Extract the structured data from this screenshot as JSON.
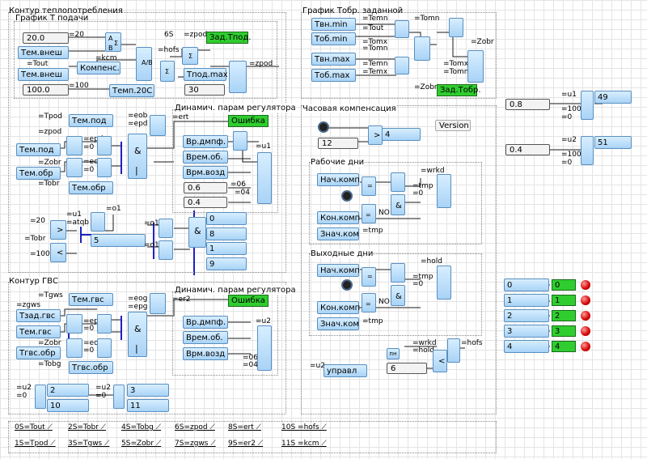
{
  "frames": {
    "heat": "Контур  теплопотребления",
    "supply_chart": "График  Т подачи",
    "return_chart": "График  Тобр. заданной",
    "clock": "Часовая  компенсация",
    "workdays": "Рабочие  дни",
    "weekends": "Выходные дни",
    "dhw": "Контур   ГВС",
    "dyn1": "Динамич. парам регулятора",
    "dyn2": "Динамич. парам регулятора"
  },
  "supply": {
    "v20": "20.0",
    "tnar": "Тем.внеш",
    "tnar2": "Тем.внеш",
    "comp": "Компенс.",
    "v100": "100.0",
    "temp20": "Темп.20С",
    "tmax": "Тпод.max",
    "v30": "30",
    "zad": "Зад.Тпод.",
    "w_20": "=20",
    "w_tout": "=Tout",
    "w_kcm": "=kcm",
    "w_100": "=100",
    "w_6s": "6S",
    "w_zpod": "=zpod",
    "w_hofs": "=hofs",
    "w_zpod2": "=zpod"
  },
  "ret": {
    "tvn_min": "Твн.min",
    "tob_min": "Тоб.min",
    "tvn_max": "Твн.max",
    "tob_max": "Тоб.max",
    "zad": "Зад.Тобр.",
    "w_temn": "=Temn",
    "w_tout": "=Tout",
    "w_tomn": "=Tomn",
    "w_tomx": "=Tomx",
    "w_tomn2": "=Tomn",
    "w_temn2": "=Temn",
    "w_temx": "=Temx",
    "w_tomx2": "=Tomx",
    "w_tomn3": "=Tomn",
    "w_zobr": "=Zobr",
    "w_zobr2": "=Zobr"
  },
  "heatreg": {
    "tem_pod": "Тем.под",
    "tem_pod2": "Тем.под",
    "tem_obr": "Тем.обр",
    "tem_obr2": "Тем.обр",
    "w_tpod": "=Tpod",
    "w_zpod": "=zpod",
    "w_zobr": "=Zobr",
    "w_tobr": "=Tobr",
    "w_epd": "=epd",
    "w_0a": "=0",
    "w_eob": "=eob",
    "w_0b": "=0",
    "w_eob2": "=eob",
    "w_epd2": "=epd",
    "w_ert": "=ert",
    "w_u1": "=u1",
    "w_06": "=06",
    "w_04": "=04",
    "err": "Ошибка",
    "vr_dmpf": "Вр.дмпф.",
    "vrem_ob": "Врем.об.",
    "vrm_vozd": "Врм.возд",
    "v06": "0.6",
    "v04": "0.4",
    "w_20": "=20",
    "w_u1b": "=u1",
    "w_atqb": "=atqb",
    "w_o1": "=o1",
    "w_tobr2": "=Tobr",
    "w_100": "=100",
    "w_o1b": "=o1",
    "w_o1c": "=o1",
    "out5": "5",
    "out0": "0",
    "out8": "8",
    "out1": "1",
    "out9": "9"
  },
  "dhw": {
    "tem_gvs": "Тем.гвс",
    "tzad_gvs": "Тзад.гвс",
    "tem_gvs2": "Тем.гвс",
    "tgvs_obr": "Тгвс.обр",
    "tgvs_obr2": "Тгвс.обр",
    "w_tgws": "=Tgws",
    "w_zgws": "=zgws",
    "w_zobr": "=Zobr",
    "w_tobg": "=Tobg",
    "w_epg": "=epg",
    "w_0a": "=0",
    "w_eog": "=eog",
    "w_0b": "=0",
    "w_eog2": "=eog",
    "w_epg2": "=epg",
    "w_er2": "=er2",
    "w_u2": "=u2",
    "w_06": "=06",
    "w_04": "=04",
    "err": "Ошибка",
    "vr_dmpf": "Вр.дмпф.",
    "vrem_ob": "Врем.об.",
    "vrm_vozd": "Врм.возд",
    "w_u2a": "=u2",
    "w_0c": "=0",
    "w_u2b": "=u2",
    "w_0d": "=0",
    "out2": "2",
    "out10": "10",
    "out3": "3",
    "out11": "11"
  },
  "clock": {
    "version": "Version",
    "v12": "12",
    "out4": "4"
  },
  "work": {
    "start": "Нач.комп",
    "end": "Кон.комп",
    "val": "Знач.ком",
    "w_wrkd": "=wrkd",
    "w_tmp": "=tmp",
    "w_0": "=0",
    "w_tmp2": "=tmp",
    "no": "NO"
  },
  "wknd": {
    "start": "Нач.комп",
    "end": "Кон.комп",
    "val": "Знач.ком",
    "w_hold": "=hold",
    "w_tmp": "=tmp",
    "w_0": "=0",
    "w_tmp2": "=tmp",
    "no": "NO"
  },
  "mix": {
    "w_wrkd": "=wrkd",
    "w_hold": "=hold",
    "w_hofs": "=hofs",
    "pn": "пн",
    "v6": "6",
    "w_u2": "=u2",
    "upr": "управл"
  },
  "right": {
    "v08": "0.8",
    "w_u1": "=u1",
    "w_100a": "=100",
    "w_0a": "=0",
    "o49": "49",
    "v04": "0.4",
    "w_u2": "=u2",
    "w_100b": "=100",
    "w_0b": "=0",
    "o51": "51"
  },
  "leds": [
    {
      "id": "0",
      "val": "0"
    },
    {
      "id": "1",
      "val": "1"
    },
    {
      "id": "2",
      "val": "2"
    },
    {
      "id": "3",
      "val": "3"
    },
    {
      "id": "4",
      "val": "4"
    }
  ],
  "bottom": [
    "0S=Tout",
    "2S=Tobr",
    "4S=Tobg",
    "6S=zpod",
    "8S=ert",
    "10S =hofs",
    "1S=Tpod",
    "3S=Tgws",
    "5S=Zobr",
    "7S=zgws",
    "9S=er2",
    "11S =kcm"
  ],
  "colors": {
    "block": "#a9d3f6",
    "green": "#2fcd2f",
    "wire": "#1a1a1a",
    "bus": "#2020c0"
  }
}
